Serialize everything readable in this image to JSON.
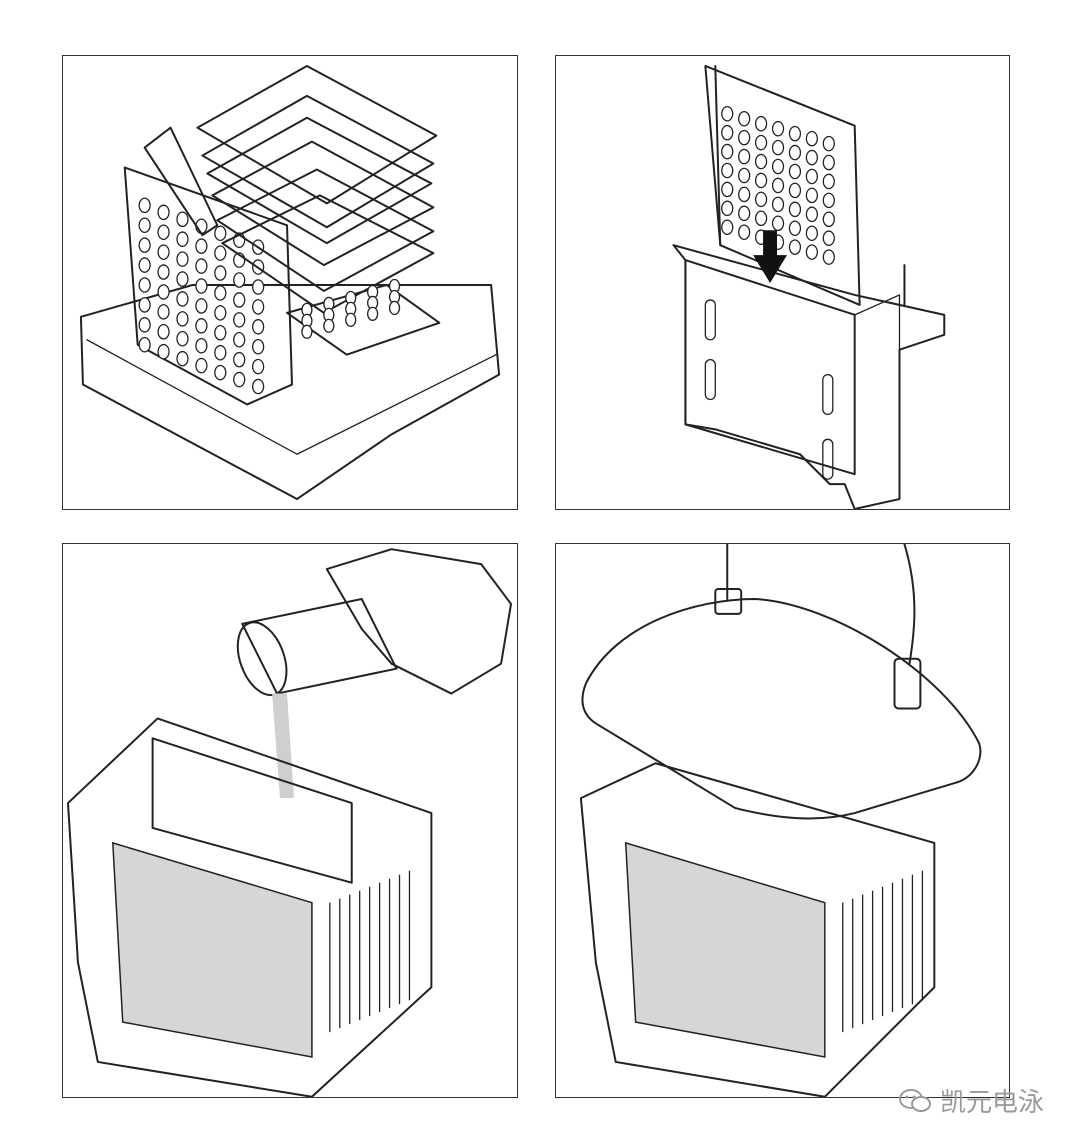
{
  "watermark": {
    "text": "凯元电泳",
    "icon": "wechat-icon"
  },
  "panels": [
    {
      "id": "panel-1",
      "subject": "gel-sandwich-assembly"
    },
    {
      "id": "panel-2",
      "subject": "cassette-insertion"
    },
    {
      "id": "panel-3",
      "subject": "buffer-pouring"
    },
    {
      "id": "panel-4",
      "subject": "lid-placement"
    }
  ],
  "colors": {
    "line": "#222222",
    "grey": "#c8c8c8",
    "light": "#e6e6e6",
    "watermark": "#9a9a9a"
  }
}
